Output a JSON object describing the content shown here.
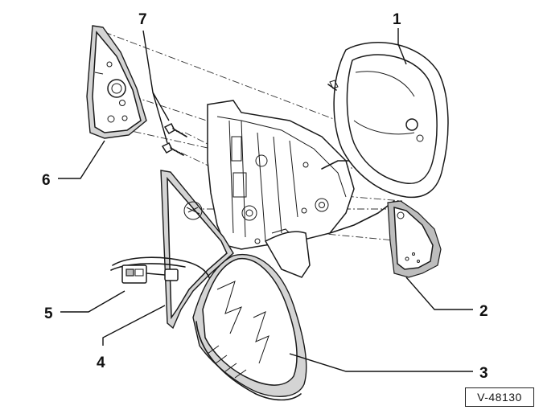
{
  "figure_ref": "V-48130",
  "callouts": [
    {
      "id": "1",
      "label": "1"
    },
    {
      "id": "2",
      "label": "2"
    },
    {
      "id": "3",
      "label": "3"
    },
    {
      "id": "4",
      "label": "4"
    },
    {
      "id": "5",
      "label": "5"
    },
    {
      "id": "6",
      "label": "6"
    },
    {
      "id": "7",
      "label": "7"
    }
  ]
}
